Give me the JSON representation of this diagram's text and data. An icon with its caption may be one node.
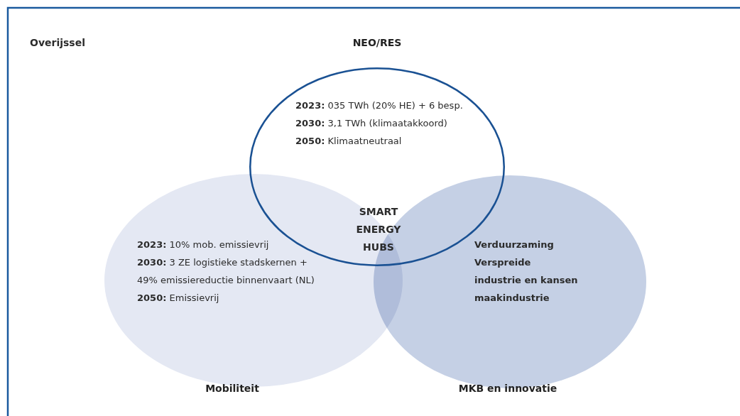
{
  "diagram": {
    "title": "Overijssel",
    "nodes": [
      {
        "text": [
          "NEO/RES",
          "**2023:** 035 TWh (20% HE) + 6 besp.",
          "**2030:** 3,1 TWh (klimaatakkoord)",
          "**2050:** Klimaatneutraal"
        ]
      },
      {
        "text": [
          "**2023:** 10% mob. emissievrij",
          "**2030:** 3 ZE logistieke stadskernen + 49% emissiereductie binnenvaart (NL)",
          "**2050:** Emissievrij",
          "Mobiliteit"
        ]
      },
      {
        "text": [
          "Verduurzaming",
          "Verspreide industrie en kansen maakindustrie",
          "MKB en innovatie"
        ]
      }
    ],
    "labels": [
      "SMART ENERGY HUBS"
    ]
  }
}
